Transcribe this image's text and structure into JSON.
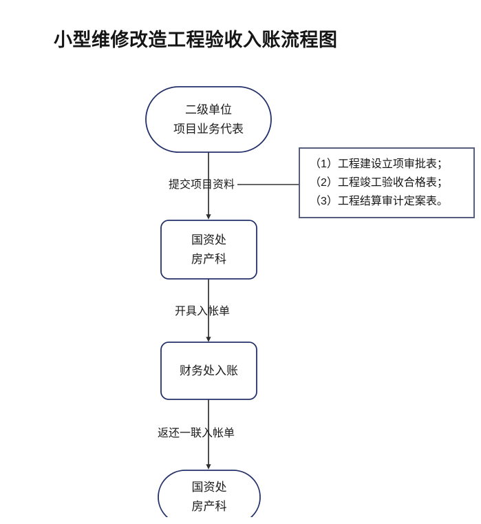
{
  "title": "小型维修改造工程验收入账流程图",
  "colors": {
    "node_border": "#24306a",
    "note_border": "#565e7e",
    "connector": "#3a3a3a",
    "text": "#1a1a1a",
    "background": "#ffffff"
  },
  "nodes": [
    {
      "id": "node-secondary-unit",
      "shape": "stadium",
      "lines": [
        "二级单位",
        "项目业务代表"
      ]
    },
    {
      "id": "node-state-assets-housing-1",
      "shape": "rounded-rect",
      "lines": [
        "国资处",
        "房产科"
      ]
    },
    {
      "id": "node-finance-booking",
      "shape": "rounded-rect",
      "lines": [
        "财务处入账"
      ]
    },
    {
      "id": "node-state-assets-housing-2",
      "shape": "stadium",
      "lines": [
        "国资处",
        "房产科"
      ]
    }
  ],
  "edges": [
    {
      "id": "edge-submit-materials",
      "label": "提交项目资料"
    },
    {
      "id": "edge-issue-receipt",
      "label": "开具入帐单"
    },
    {
      "id": "edge-return-receipt",
      "label": "返还一联入帐单"
    }
  ],
  "annotation": {
    "lines": [
      "（1）工程建设立项审批表；",
      "（2）工程竣工验收合格表；",
      "（3）工程结算审计定案表。"
    ]
  }
}
